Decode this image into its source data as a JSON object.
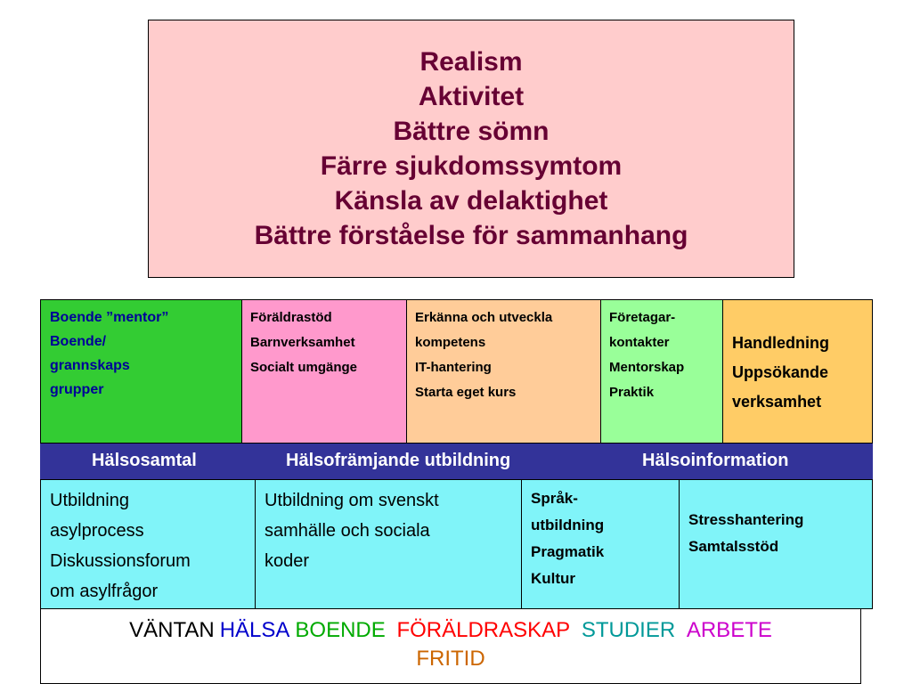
{
  "top_box": {
    "lines": [
      "Realism",
      "Aktivitet",
      "Bättre sömn",
      "Färre sjukdomssymtom",
      "Känsla av delaktighet",
      "Bättre förståelse för sammanhang"
    ]
  },
  "row1": [
    {
      "color": "#33cc33",
      "text_color": "#000099",
      "lines": [
        "Boende ”mentor”",
        "Boende/",
        "grannskaps",
        "grupper"
      ]
    },
    {
      "color": "#ff99cc",
      "text_color": "#000000",
      "lines": [
        "Föräldrastöd",
        "Barnverksamhet",
        "Socialt umgänge"
      ]
    },
    {
      "color": "#ffcc99",
      "text_color": "#000000",
      "lines": [
        "Erkänna och utveckla",
        "kompetens",
        "IT-hantering",
        "Starta eget kurs"
      ]
    },
    {
      "color": "#99ff99",
      "text_color": "#000000",
      "lines": [
        "Företagar-",
        "kontakter",
        "Mentorskap",
        "Praktik"
      ]
    },
    {
      "color": "#ffcc66",
      "text_color": "#000000",
      "lines": [
        "Handledning",
        "Uppsökande",
        "verksamhet"
      ]
    }
  ],
  "band": {
    "color": "#333399",
    "items": [
      "Hälsosamtal",
      "Hälsofrämjande utbildning",
      "Hälsoinformation"
    ]
  },
  "row3": [
    {
      "lines": [
        "Utbildning",
        "asylprocess",
        "Diskussionsforum",
        "om asylfrågor"
      ]
    },
    {
      "lines": [
        "Utbildning om svenskt",
        "samhälle och sociala",
        "koder"
      ]
    },
    {
      "lines": [
        "Språk-",
        "utbildning",
        "Pragmatik",
        "Kultur"
      ]
    },
    {
      "lines": [
        "Stresshantering",
        "Samtalsstöd"
      ]
    }
  ],
  "bottom": {
    "words": [
      {
        "text": "VÄNTAN",
        "color": "#000000"
      },
      {
        "text": "HÄLSA",
        "color": "#0000cc"
      },
      {
        "text": "BOENDE",
        "color": "#00aa00"
      },
      {
        "text": "FÖRÄLDRASKAP",
        "color": "#ff0000"
      },
      {
        "text": "STUDIER",
        "color": "#009999"
      },
      {
        "text": "ARBETE",
        "color": "#cc00cc"
      },
      {
        "text": "FRITID",
        "color": "#cc6600"
      }
    ]
  }
}
